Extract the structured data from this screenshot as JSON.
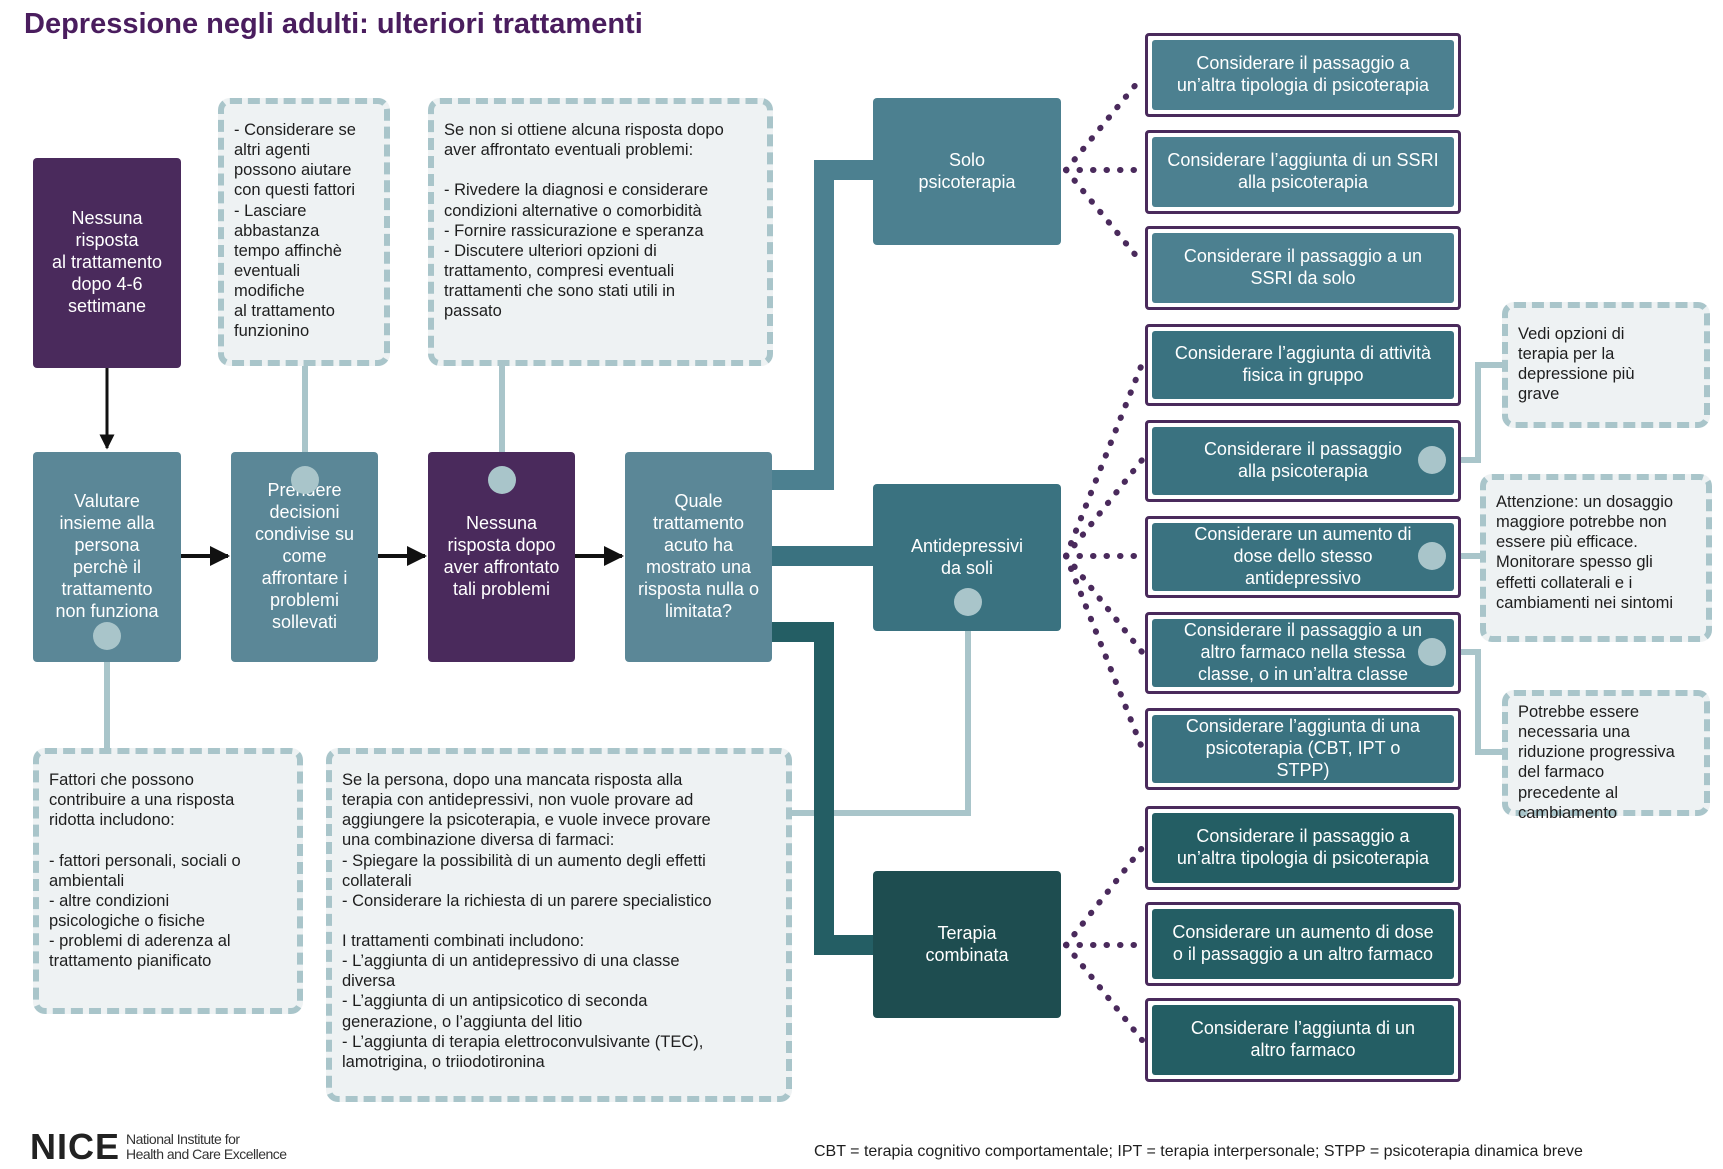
{
  "title": "Depressione negli adulti: ulteriori trattamenti",
  "steps": {
    "no_response": "Nessuna\nrisposta\nal trattamento\ndopo 4-6\nsettimane",
    "assess": "Valutare\ninsieme alla\npersona\nperchè il\ntrattamento\nnon funziona",
    "shared": "Prendere\ndecisioni\ncondivise su\ncome\naffrontare i\nproblemi\nsollevati",
    "no_response_after": "Nessuna\nrisposta dopo\naver affrontato\ntali problemi",
    "which_treatment": "Quale\ntrattamento\nacuto ha\nmostrato una\nrisposta nulla o\nlimitata?"
  },
  "branches": {
    "psychotherapy": "Solo\npsicoterapia",
    "antidepressants": "Antidepressivi\nda soli",
    "combined": "Terapia\ncombinata"
  },
  "options": {
    "psychotherapy": [
      "Considerare il passaggio a\nun’altra tipologia di psicoterapia",
      "Considerare l’aggiunta di un SSRI\nalla psicoterapia",
      "Considerare il passaggio a un\nSSRI da solo"
    ],
    "antidepressants": [
      "Considerare l’aggiunta di attività\nfisica in gruppo",
      "Considerare il passaggio\nalla psicoterapia",
      "Considerare un aumento di\ndose dello stesso\nantidepressivo",
      "Considerare il passaggio a un\naltro farmaco nella stessa\nclasse, o in un’altra classe",
      "Considerare l’aggiunta di una\npsicoterapia (CBT, IPT o\nSTPP)"
    ],
    "combined": [
      "Considerare il passaggio a\nun’altra tipologia di psicoterapia",
      "Considerare un aumento di dose\no il passaggio a un altro farmaco",
      "Considerare l’aggiunta di un\naltro farmaco"
    ]
  },
  "notes": {
    "agents": "- Considerare se\naltri agenti\npossono aiutare\ncon questi fattori\n- Lasciare\nabbastanza\ntempo affinchè\neventuali\nmodifiche\nal trattamento\nfunzionino",
    "review": "Se non si ottiene alcuna risposta dopo\naver affrontato eventuali problemi:\n\n- Rivedere la diagnosi e considerare\ncondizioni alternative o comorbidità\n- Fornire rassicurazione e speranza\n- Discutere ulteriori opzioni di\ntrattamento, compresi eventuali\ntrattamenti che sono stati utili in\npassato",
    "factors": "Fattori che possono\ncontribuire a una risposta\nridotta includono:\n\n- fattori personali, sociali o\nambientali\n- altre condizioni\npsicologiche o fisiche\n- problemi di aderenza al\ntrattamento pianificato",
    "combination": "Se la persona, dopo una mancata risposta alla\nterapia con antidepressivi, non vuole provare ad\naggiungere la psicoterapia, e vuole invece provare\nuna combinazione diversa di farmaci:\n- Spiegare la possibilità di un aumento degli effetti\ncollaterali\n- Considerare la richiesta di un parere specialistico\n\nI trattamenti combinati includono:\n- L’aggiunta di un antidepressivo di una classe\ndiversa\n- L’aggiunta di un antipsicotico di seconda\ngenerazione, o l’aggiunta del litio\n- L’aggiunta di terapia elettroconvulsivante (TEC),\nlamotrigina, o triiodotironina",
    "severe": "Vedi opzioni di\nterapia per la\ndepressione più\ngrave",
    "caution": "Attenzione: un dosaggio\nmaggiore potrebbe non\nessere più efficace.\nMonitorare spesso gli\neffetti collaterali e i\ncambiamenti nei sintomi",
    "taper": "Potrebbe essere\nnecessaria una\nriduzione progressiva\ndel farmaco\nprecedente al\ncambiamento"
  },
  "footer": {
    "abbreviations": "CBT = terapia cognitivo comportamentale; IPT = terapia interpersonale; STPP = psicoterapia dinamica breve",
    "logo_mark": "NICE",
    "logo_line1": "National Institute for",
    "logo_line2": "Health and Care Excellence"
  }
}
